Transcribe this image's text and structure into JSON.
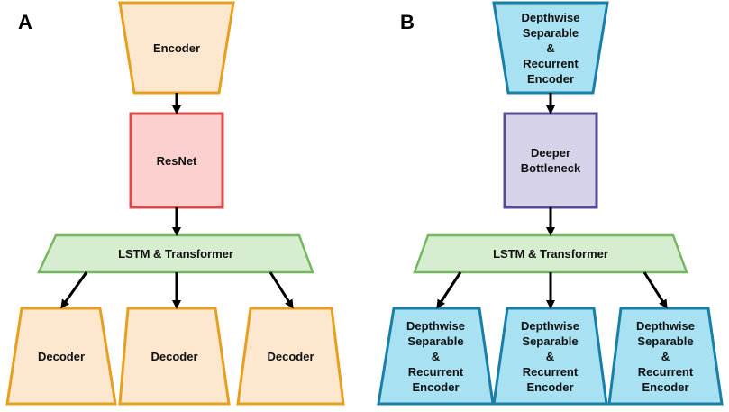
{
  "colors": {
    "encoder_fill": "#fde7cf",
    "encoder_stroke": "#e6a020",
    "resnet_fill": "#fdd0d0",
    "resnet_stroke": "#d94a4a",
    "lstm_fill": "#d6edd0",
    "lstm_stroke": "#74b760",
    "dsr_fill": "#a7e1f2",
    "dsr_stroke": "#1a7fa8",
    "bottleneck_fill": "#d6d2e9",
    "bottleneck_stroke": "#5a4a94",
    "arrow": "#000000"
  },
  "panel_a": {
    "label": "A",
    "encoder": "Encoder",
    "resnet": "ResNet",
    "lstm": "LSTM & Transformer",
    "decoders": [
      "Decoder",
      "Decoder",
      "Decoder"
    ]
  },
  "panel_b": {
    "label": "B",
    "encoder": "Depthwise\nSeparable\n&\nRecurrent\nEncoder",
    "bottleneck": "Deeper\nBottleneck",
    "lstm": "LSTM & Transformer",
    "decoders": [
      "Depthwise\nSeparable\n&\nRecurrent\nEncoder",
      "Depthwise\nSeparable\n&\nRecurrent\nEncoder",
      "Depthwise\nSeparable\n&\nRecurrent\nEncoder"
    ]
  }
}
